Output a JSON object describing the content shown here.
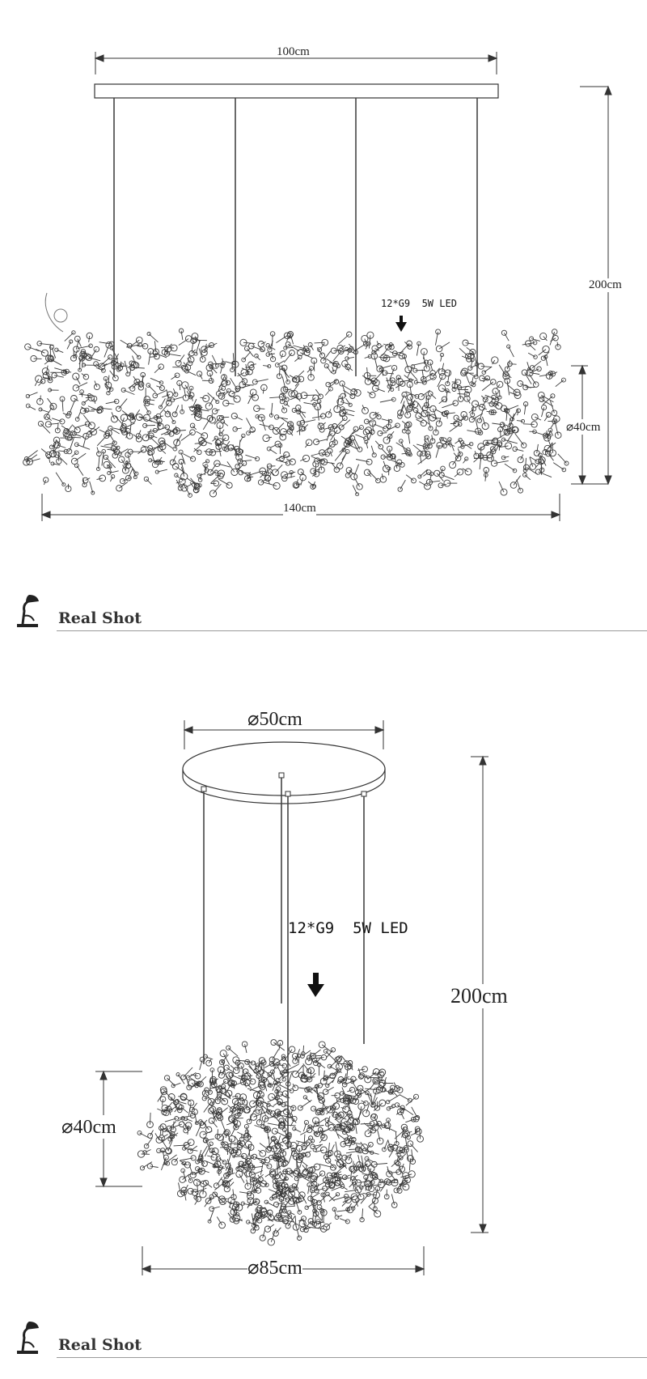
{
  "linear": {
    "canopy_width": "100cm",
    "total_height": "200cm",
    "cluster_height": "⌀40cm",
    "cluster_width": "140cm",
    "led": "12*G9  5W LED",
    "drops": 4
  },
  "round": {
    "canopy_diameter": "⌀50cm",
    "total_height": "200cm",
    "cluster_height": "⌀40cm",
    "cluster_width": "⌀85cm",
    "led": "12*G9  5W LED",
    "drops": 4
  },
  "sections": [
    {
      "title": "Real Shot"
    },
    {
      "title": "Real Shot"
    }
  ],
  "colors": {
    "line": "#333333",
    "cluster": "#3a3a3a",
    "rule": "#9a9a9a"
  }
}
